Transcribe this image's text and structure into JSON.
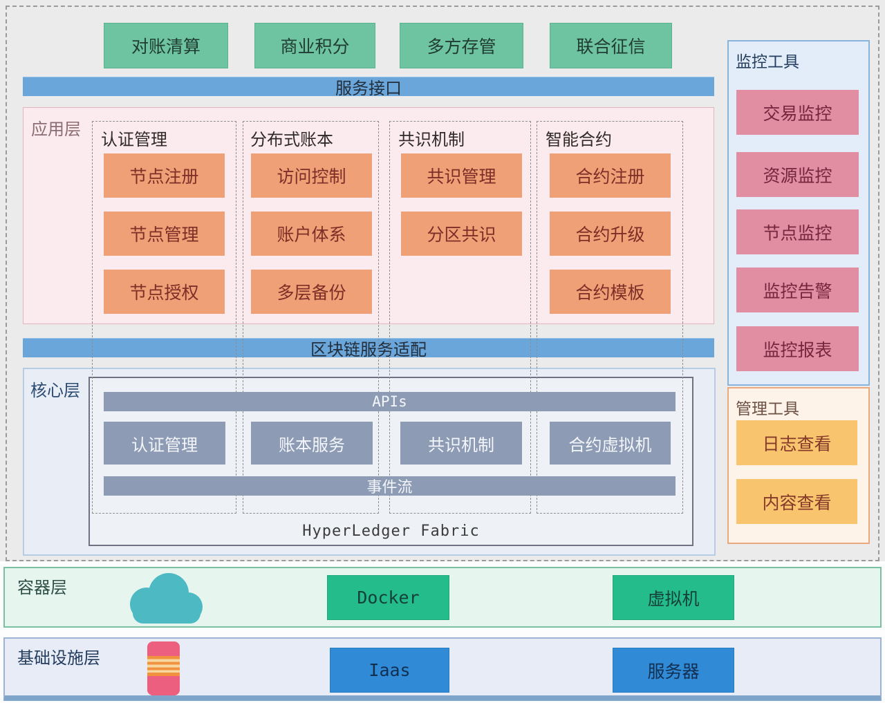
{
  "top_services": [
    "对账清算",
    "商业积分",
    "多方存管",
    "联合征信"
  ],
  "bars": {
    "service_interface": "服务接口",
    "blockchain_adapter": "区块链服务适配"
  },
  "app_layer": {
    "label": "应用层",
    "columns": [
      {
        "header": "认证管理",
        "boxes": [
          "节点注册",
          "节点管理",
          "节点授权"
        ]
      },
      {
        "header": "分布式账本",
        "boxes": [
          "访问控制",
          "账户体系",
          "多层备份"
        ]
      },
      {
        "header": "共识机制",
        "boxes": [
          "共识管理",
          "分区共识"
        ]
      },
      {
        "header": "智能合约",
        "boxes": [
          "合约注册",
          "合约升级",
          "合约模板"
        ]
      }
    ]
  },
  "core_layer": {
    "label": "核心层",
    "apis_bar": "APIs",
    "modules": [
      "认证管理",
      "账本服务",
      "共识机制",
      "合约虚拟机"
    ],
    "event_bar": "事件流",
    "platform": "HyperLedger Fabric"
  },
  "monitor_panel": {
    "title": "监控工具",
    "items": [
      "交易监控",
      "资源监控",
      "节点监控",
      "监控告警",
      "监控报表"
    ]
  },
  "manage_panel": {
    "title": "管理工具",
    "items": [
      "日志查看",
      "内容查看"
    ]
  },
  "container_layer": {
    "label": "容器层",
    "icon": "cloud-icon",
    "items": [
      "Docker",
      "虚拟机"
    ]
  },
  "infra_layer": {
    "label": "基础设施层",
    "icon": "server-icon",
    "items": [
      "Iaas",
      "服务器"
    ]
  },
  "colors": {
    "green_box": "#6ec3a1",
    "blue_bar": "#6aa6da",
    "app_panel_bg": "#fcebee",
    "orange_box": "#efa077",
    "slate_box": "#8d9bb4",
    "rose_box": "#e28ea2",
    "amber_box": "#f8c46d",
    "docker_green": "#25bc8b",
    "iaas_blue": "#308ad6",
    "cloud_teal": "#4db9c3",
    "server_pink": "#ec5f7e"
  }
}
